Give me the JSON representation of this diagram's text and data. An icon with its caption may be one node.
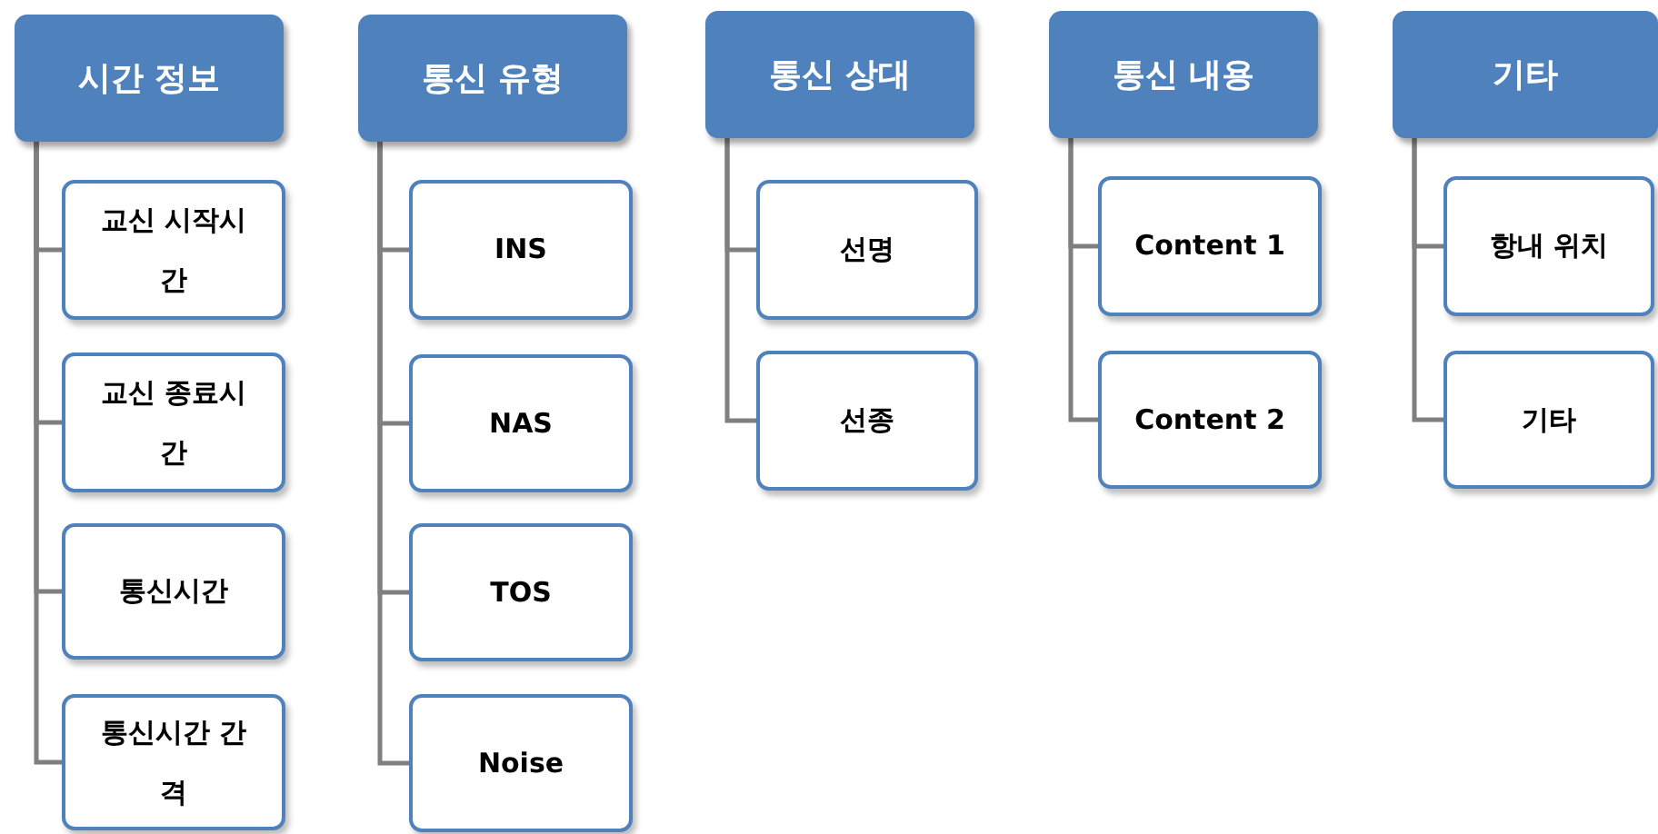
{
  "diagram": {
    "nodes": [
      {
        "text": [
          "시간 정보"
        ]
      },
      {
        "text": [
          "교신 시작시간"
        ]
      },
      {
        "text": [
          "교신 종료시간"
        ]
      },
      {
        "text": [
          "통신시간"
        ]
      },
      {
        "text": [
          "통신시간 간격"
        ]
      },
      {
        "text": [
          "통신 유형"
        ]
      },
      {
        "text": [
          "INS"
        ]
      },
      {
        "text": [
          "NAS"
        ]
      },
      {
        "text": [
          "TOS"
        ]
      },
      {
        "text": [
          "Noise"
        ]
      },
      {
        "text": [
          "통신 상대"
        ]
      },
      {
        "text": [
          "선명"
        ]
      },
      {
        "text": [
          "선종"
        ]
      },
      {
        "text": [
          "통신 내용"
        ]
      },
      {
        "text": [
          "Content 1"
        ]
      },
      {
        "text": [
          "Content 2"
        ]
      },
      {
        "text": [
          "기타"
        ]
      },
      {
        "text": [
          "항내 위치"
        ]
      },
      {
        "text": [
          "기타"
        ]
      }
    ],
    "edges": [
      {
        "from": 0,
        "to": 1,
        "arrow": "none"
      },
      {
        "from": 0,
        "to": 2,
        "arrow": "none"
      },
      {
        "from": 0,
        "to": 3,
        "arrow": "none"
      },
      {
        "from": 0,
        "to": 4,
        "arrow": "none"
      },
      {
        "from": 5,
        "to": 6,
        "arrow": "none"
      },
      {
        "from": 5,
        "to": 7,
        "arrow": "none"
      },
      {
        "from": 5,
        "to": 8,
        "arrow": "none"
      },
      {
        "from": 5,
        "to": 9,
        "arrow": "none"
      },
      {
        "from": 10,
        "to": 11,
        "arrow": "none"
      },
      {
        "from": 10,
        "to": 12,
        "arrow": "none"
      },
      {
        "from": 13,
        "to": 14,
        "arrow": "none"
      },
      {
        "from": 13,
        "to": 15,
        "arrow": "none"
      },
      {
        "from": 16,
        "to": 17,
        "arrow": "none"
      },
      {
        "from": 16,
        "to": 18,
        "arrow": "none"
      }
    ]
  }
}
